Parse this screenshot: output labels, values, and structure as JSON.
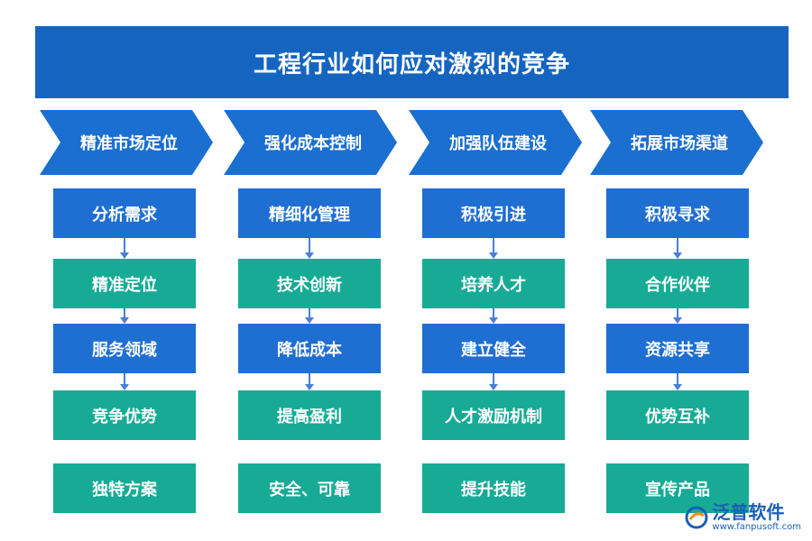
{
  "title": "工程行业如何应对激烈的竞争",
  "columns": [
    {
      "header": "精准市场定位",
      "items": [
        "分析需求",
        "精准定位",
        "服务领域",
        "竞争优势",
        "独特方案"
      ]
    },
    {
      "header": "强化成本控制",
      "items": [
        "精细化管理",
        "技术创新",
        "降低成本",
        "提高盈利",
        "安全、可靠"
      ]
    },
    {
      "header": "加强队伍建设",
      "items": [
        "积极引进",
        "培养人才",
        "建立健全",
        "人才激励机制",
        "提升技能"
      ]
    },
    {
      "header": "拓展市场渠道",
      "items": [
        "积极寻求",
        "合作伙伴",
        "资源共享",
        "优势互补",
        "宣传产品"
      ]
    }
  ],
  "logo": {
    "name": "泛普软件",
    "url": "www.fanpusoft.com"
  },
  "colors": {
    "title_bg": "#1565c0",
    "header_bg": "#1a6fd0",
    "blue_node": "#1f6fd2",
    "teal_node": "#17ab96"
  }
}
